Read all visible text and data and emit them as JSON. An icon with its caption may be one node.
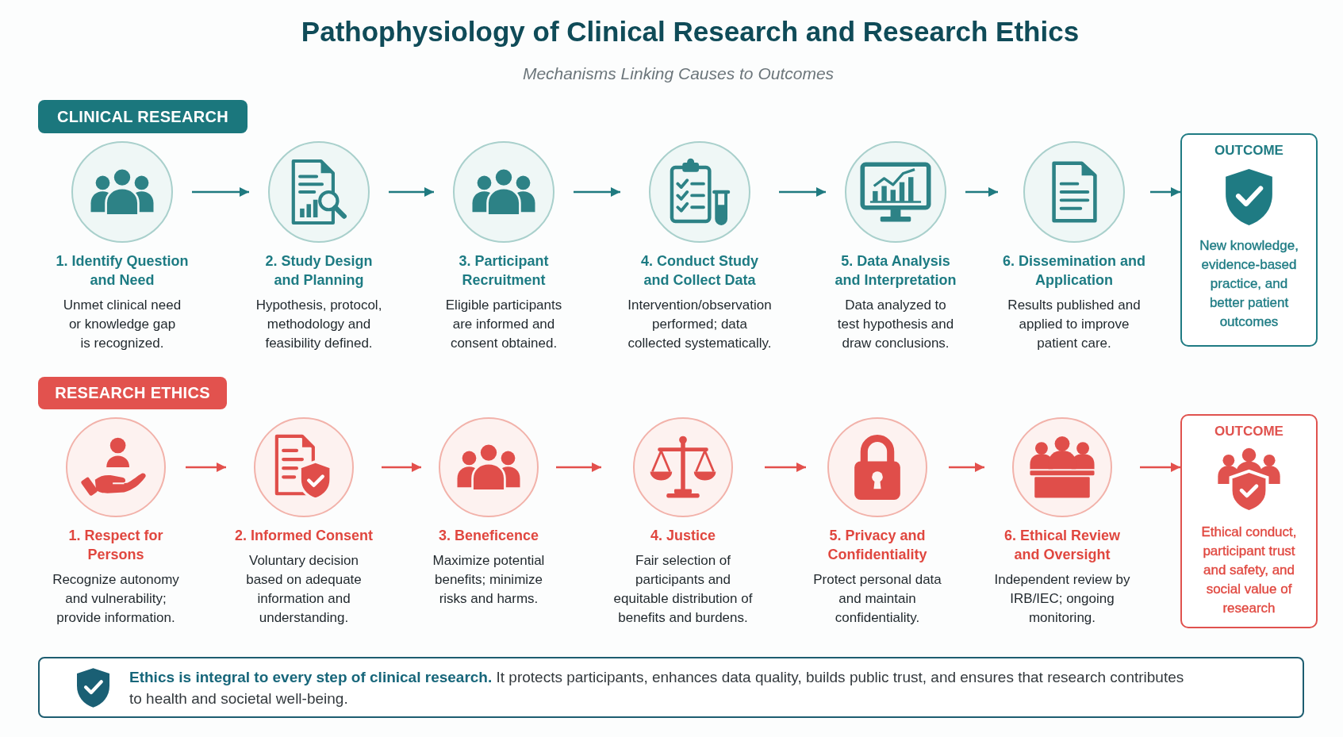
{
  "diagram": {
    "title": "Pathophysiology of Clinical Research and Research Ethics",
    "nodes": [
      {
        "text": [
          "CLINICAL RESEARCH"
        ]
      },
      {
        "text": [
          "1. Identify Question and Need",
          "Unmet clinical need or knowledge gap is recognized."
        ]
      },
      {
        "text": [
          "2. Study Design and Planning",
          "Hypothesis, protocol, methodology and feasibility defined."
        ]
      },
      {
        "text": [
          "3. Participant Recruitment",
          "Eligible participants are informed and consent obtained."
        ]
      },
      {
        "text": [
          "4. Conduct Study and Collect Data",
          "Intervention/observation performed; data collected systematically."
        ]
      },
      {
        "text": [
          "5. Data Analysis and Interpretation",
          "Data analyzed to test hypothesis and draw conclusions."
        ]
      },
      {
        "text": [
          "6. Dissemination and Application",
          "Results published and applied to improve patient care."
        ]
      },
      {
        "text": [
          "OUTCOME",
          "New knowledge, evidence-based practice, and better patient outcomes"
        ]
      },
      {
        "text": [
          "RESEARCH ETHICS"
        ]
      },
      {
        "text": [
          "1. Respect for Persons",
          "Recognize autonomy and vulnerability; provide information."
        ]
      },
      {
        "text": [
          "2. Informed Consent",
          "Voluntary decision based on adequate information and understanding."
        ]
      },
      {
        "text": [
          "3. Beneficence",
          "Maximize potential benefits; minimize risks and harms."
        ]
      },
      {
        "text": [
          "4. Justice",
          "Fair selection of participants and equitable distribution of benefits and burdens."
        ]
      },
      {
        "text": [
          "5. Privacy and Confidentiality",
          "Protect personal data and maintain confidentiality."
        ]
      },
      {
        "text": [
          "6. Ethical Review and Oversight",
          "Independent review by IRB/IEC; ongoing monitoring."
        ]
      },
      {
        "text": [
          "OUTCOME",
          "Ethical conduct, participant trust and safety, and social value of research"
        ]
      },
      {
        "text": [
          "**Ethics is integral to every step of clinical research.** It protects participants, enhances data quality, builds public trust, and ensures that research contributes to health and societal well-being."
        ]
      }
    ],
    "edges": [
      {
        "from": 1,
        "to": 2,
        "arrow": "to",
        "color": "#1f7a80"
      },
      {
        "from": 2,
        "to": 3,
        "arrow": "to",
        "color": "#1f7a80"
      },
      {
        "from": 3,
        "to": 4,
        "arrow": "to",
        "color": "#1f7a80"
      },
      {
        "from": 4,
        "to": 5,
        "arrow": "to",
        "color": "#1f7a80"
      },
      {
        "from": 5,
        "to": 6,
        "arrow": "to",
        "color": "#1f7a80"
      },
      {
        "from": 6,
        "to": 7,
        "arrow": "to",
        "color": "#1f7a80"
      },
      {
        "from": 9,
        "to": 10,
        "arrow": "to",
        "color": "#e3504c"
      },
      {
        "from": 10,
        "to": 11,
        "arrow": "to",
        "color": "#e3504c"
      },
      {
        "from": 11,
        "to": 12,
        "arrow": "to",
        "color": "#e3504c"
      },
      {
        "from": 12,
        "to": 13,
        "arrow": "to",
        "color": "#e3504c"
      },
      {
        "from": 13,
        "to": 14,
        "arrow": "to",
        "color": "#e3504c"
      },
      {
        "from": 14,
        "to": 15,
        "arrow": "to",
        "color": "#e3504c"
      }
    ],
    "labels": [
      "Mechanisms Linking Causes to Outcomes"
    ]
  }
}
